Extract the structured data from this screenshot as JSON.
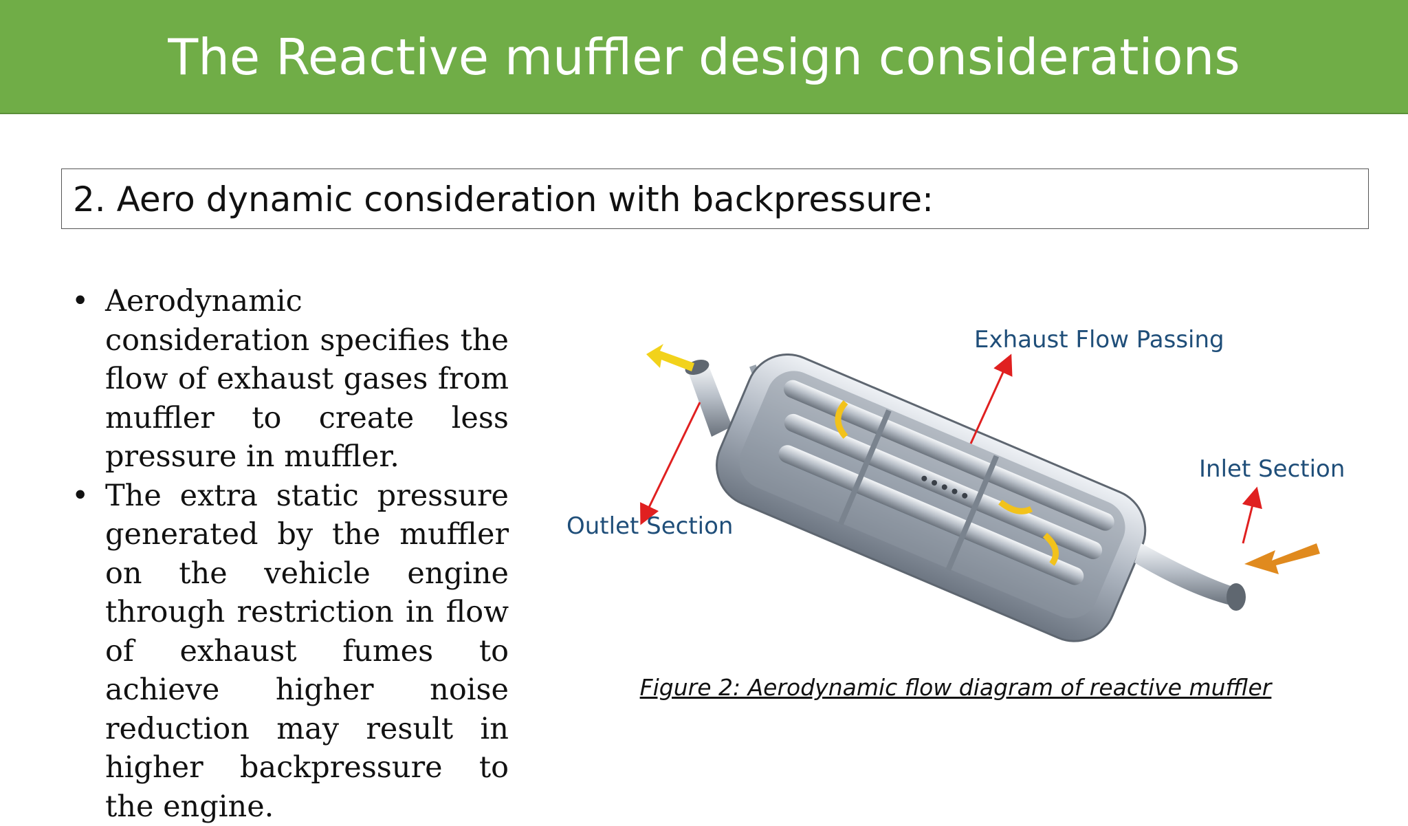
{
  "slide": {
    "title": "The Reactive muffler design considerations",
    "subheading": "2. Aero dynamic consideration with backpressure:",
    "bullets": [
      "Aerodynamic consideration specifies the flow of exhaust gases from muffler to create less pressure in muffler.",
      "The extra static pressure generated by the muffler on the vehicle engine through restriction in flow of exhaust fumes to achieve higher noise reduction may result in higher backpressure to the engine."
    ],
    "bullet_glyph": "•"
  },
  "figure": {
    "labels": {
      "exhaust_flow": "Exhaust Flow Passing",
      "inlet": "Inlet Section",
      "outlet": "Outlet Section"
    },
    "caption": "Figure 2: Aerodynamic flow diagram of reactive muffler",
    "colors": {
      "label": "#1f4e79",
      "pointer": "#e02020",
      "inflow": "#e08a1e",
      "outflow": "#f2d21b"
    }
  }
}
